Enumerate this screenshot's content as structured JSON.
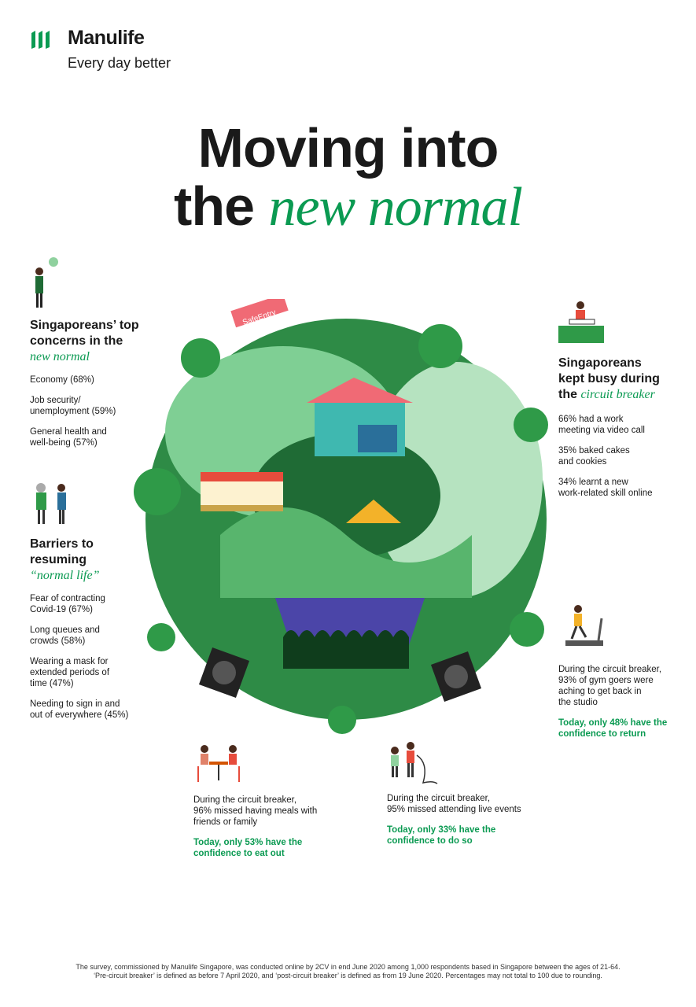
{
  "brand": {
    "name": "Manulife",
    "tagline": "Every day better"
  },
  "title": {
    "line1": "Moving into",
    "line2_plain": "the",
    "line2_italic": "new normal"
  },
  "concerns": {
    "heading_line1": "Singaporeans’ top",
    "heading_line2": "concerns in the",
    "heading_italic": "new normal",
    "items": [
      "Economy (68%)",
      "Job security/",
      "unemployment (59%)",
      "General health and",
      "well-being (57%)"
    ]
  },
  "barriers": {
    "heading_line1": "Barriers to",
    "heading_line2": "resuming",
    "heading_italic": "“normal life”",
    "items": [
      [
        "Fear of contracting",
        "Covid-19 (67%)"
      ],
      [
        "Long queues and",
        "crowds (58%)"
      ],
      [
        "Wearing a mask for",
        "extended periods of",
        "time (47%)"
      ],
      [
        "Needing to sign in and",
        "out of everywhere (45%)"
      ]
    ]
  },
  "busy": {
    "heading_line1": "Singaporeans",
    "heading_line2": "kept busy during",
    "heading_plain": "the",
    "heading_italic": "circuit breaker",
    "items": [
      [
        "66% had a work",
        "meeting via video call"
      ],
      [
        "35% baked cakes",
        "and cookies"
      ],
      [
        "34% learnt a new",
        "work-related skill online"
      ]
    ]
  },
  "gym": {
    "lines": [
      "During the circuit breaker,",
      "93% of gym goers were",
      "aching to get back in",
      "the studio"
    ],
    "highlight": [
      "Today, only 48% have the",
      "confidence to return"
    ]
  },
  "meals": {
    "lines": [
      "During the circuit breaker,",
      "96% missed having meals with",
      "friends or family"
    ],
    "highlight": [
      "Today, only 53% have the",
      "confidence to eat out"
    ]
  },
  "events": {
    "lines": [
      "During the circuit breaker,",
      "95% missed attending live events"
    ],
    "highlight": [
      "Today, only 33% have the",
      "confidence to do so"
    ]
  },
  "sign_text": "SafeEntry",
  "footnote": [
    "The survey, commissioned by Manulife Singapore, was conducted online by 2CV in end June 2020 among 1,000 respondents based in Singapore between the ages of 21-64.",
    "‘Pre-circuit breaker’ is defined as before 7 April 2020, and ‘post-circuit breaker’ is defined as from 19 June 2020. Percentages may not total to 100 due to rounding."
  ],
  "colors": {
    "accent": "#0b9a52",
    "dark_green": "#1f6b35",
    "light_green": "#8fd19e"
  }
}
